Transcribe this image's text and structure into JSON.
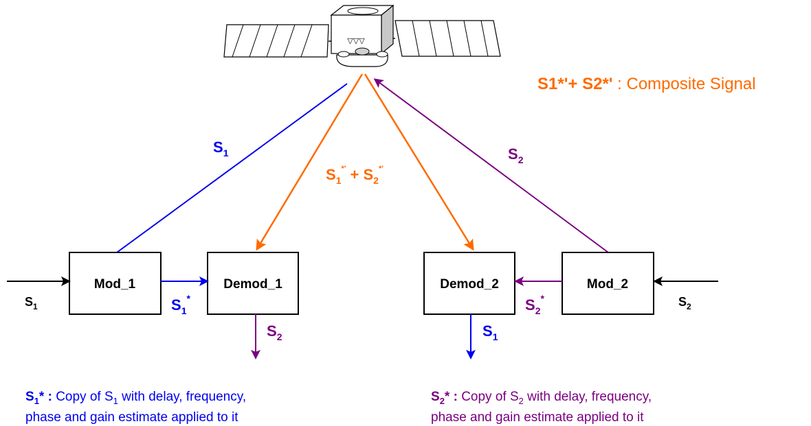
{
  "colors": {
    "blue": "#0000ee",
    "purple": "#7a0080",
    "orange": "#ff6a00",
    "black": "#000000"
  },
  "satellite": {
    "icon": "satellite-icon",
    "label": "▽▽▽"
  },
  "composite_legend": {
    "main": "S1*'+ S2*'",
    "rest": " : Composite Signal"
  },
  "blocks": {
    "mod1": "Mod_1",
    "demod1": "Demod_1",
    "demod2": "Demod_2",
    "mod2": "Mod_2"
  },
  "signals": {
    "s": "S",
    "one": "1",
    "two": "2",
    "star": "*",
    "prime_star": "*'",
    "plus": " + "
  },
  "notes": {
    "s1_star": {
      "sym": "S",
      "sub": "1",
      "star": "* :",
      "line1a": " Copy of S",
      "line1sub": "1",
      "line1b": " with delay, frequency,",
      "line2": "phase and gain estimate applied to it"
    },
    "s2_star": {
      "sym": "S",
      "sub": "2",
      "star": "* :",
      "line1a": " Copy of S",
      "line1sub": "2",
      "line1b": " with delay, frequency,",
      "line2": "phase and gain estimate applied to it"
    }
  }
}
